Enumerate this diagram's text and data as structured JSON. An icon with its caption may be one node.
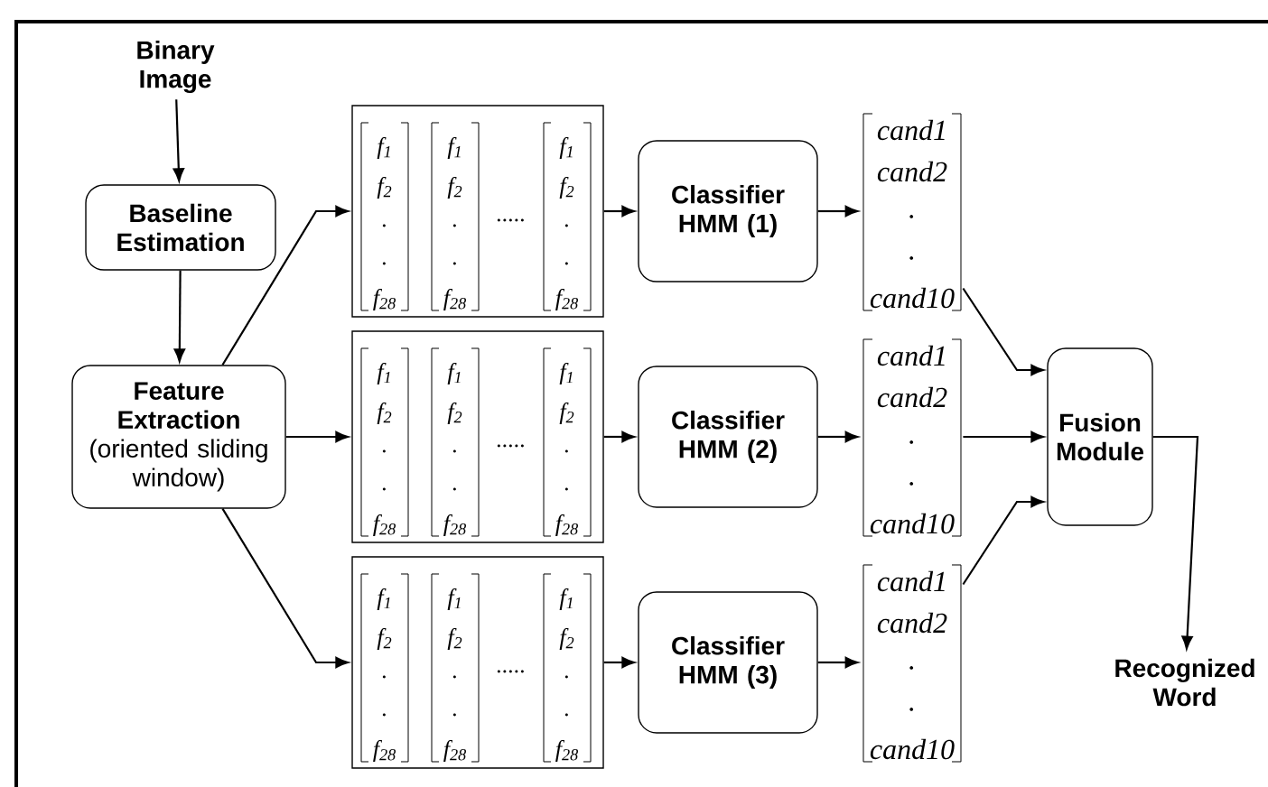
{
  "diagram": {
    "nodes": [
      {
        "text": [
          "Binary Image"
        ]
      },
      {
        "text": [
          "Baseline Estimation"
        ]
      },
      {
        "text": [
          "Feature Extraction",
          "(oriented sliding window)"
        ]
      },
      {
        "text": [
          "*f*$_{1}$",
          "*f*$_{2}$",
          ".",
          ".",
          "*f*$_{28}$",
          "*f*$_{1}$",
          "*f*$_{2}$",
          ".",
          ".",
          "*f*$_{28}$",
          ".....",
          "*f*$_{1}$",
          "*f*$_{2}$",
          ".",
          ".",
          "*f*$_{28}$"
        ]
      },
      {
        "text": [
          "*f*$_{1}$",
          "*f*$_{2}$",
          ".",
          ".",
          "*f*$_{28}$",
          "*f*$_{1}$",
          "*f*$_{2}$",
          ".",
          ".",
          "*f*$_{28}$",
          ".....",
          "*f*$_{1}$",
          "*f*$_{2}$",
          ".",
          ".",
          "*f*$_{28}$"
        ]
      },
      {
        "text": [
          "*f*$_{1}$",
          "*f*$_{2}$",
          ".",
          ".",
          "*f*$_{28}$",
          "*f*$_{1}$",
          "*f*$_{2}$",
          ".",
          ".",
          "*f*$_{28}$",
          ".....",
          "*f*$_{1}$",
          "*f*$_{2}$",
          ".",
          ".",
          "*f*$_{28}$"
        ]
      },
      {
        "text": [
          "Classifier HMM (1)"
        ]
      },
      {
        "text": [
          "Classifier HMM (2)"
        ]
      },
      {
        "text": [
          "Classifier HMM (3)"
        ]
      },
      {
        "text": [
          "cand1",
          "cand2",
          ".",
          ".",
          "cand10"
        ]
      },
      {
        "text": [
          "cand1",
          "cand2",
          ".",
          ".",
          "cand10"
        ]
      },
      {
        "text": [
          "cand1",
          "cand2",
          ".",
          ".",
          "cand10"
        ]
      },
      {
        "text": [
          "Fusion Module"
        ]
      },
      {
        "text": [
          "Recognized Word"
        ]
      }
    ],
    "edges": [
      {
        "from": 0,
        "to": 1,
        "arrow": "to"
      },
      {
        "from": 1,
        "to": 2,
        "arrow": "to"
      },
      {
        "from": 2,
        "to": 3,
        "arrow": "to"
      },
      {
        "from": 2,
        "to": 4,
        "arrow": "to"
      },
      {
        "from": 2,
        "to": 5,
        "arrow": "to"
      },
      {
        "from": 3,
        "to": 6,
        "arrow": "to"
      },
      {
        "from": 4,
        "to": 7,
        "arrow": "to"
      },
      {
        "from": 5,
        "to": 8,
        "arrow": "to"
      },
      {
        "from": 6,
        "to": 9,
        "arrow": "to"
      },
      {
        "from": 7,
        "to": 10,
        "arrow": "to"
      },
      {
        "from": 8,
        "to": 11,
        "arrow": "to"
      },
      {
        "from": 9,
        "to": 12,
        "arrow": "to"
      },
      {
        "from": 10,
        "to": 12,
        "arrow": "to"
      },
      {
        "from": 11,
        "to": 12,
        "arrow": "to"
      },
      {
        "from": 12,
        "to": 13,
        "arrow": "to"
      }
    ]
  }
}
